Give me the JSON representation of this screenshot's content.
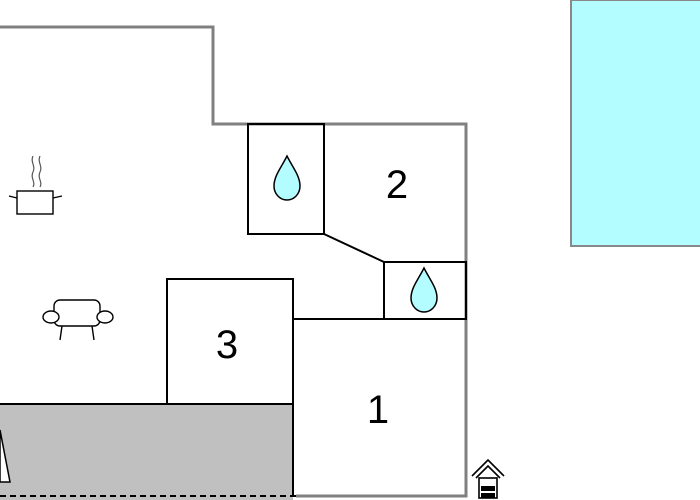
{
  "floorplan": {
    "rooms": [
      {
        "id": "bedroom-1",
        "label": "1"
      },
      {
        "id": "bedroom-2",
        "label": "2"
      },
      {
        "id": "bedroom-3",
        "label": "3"
      }
    ],
    "icons": [
      {
        "name": "kitchen-pot-icon",
        "meaning": "kitchen"
      },
      {
        "name": "sofa-icon",
        "meaning": "living room"
      },
      {
        "name": "water-drop-icon",
        "meaning": "bathroom"
      },
      {
        "name": "entrance-icon",
        "meaning": "entrance"
      }
    ],
    "colors": {
      "wall": "#808080",
      "room_line": "#000000",
      "pool": "#b3fcff",
      "pool_edge": "#888888",
      "terrace": "#c0c0c0",
      "water_drop": "#b3fcff"
    }
  }
}
